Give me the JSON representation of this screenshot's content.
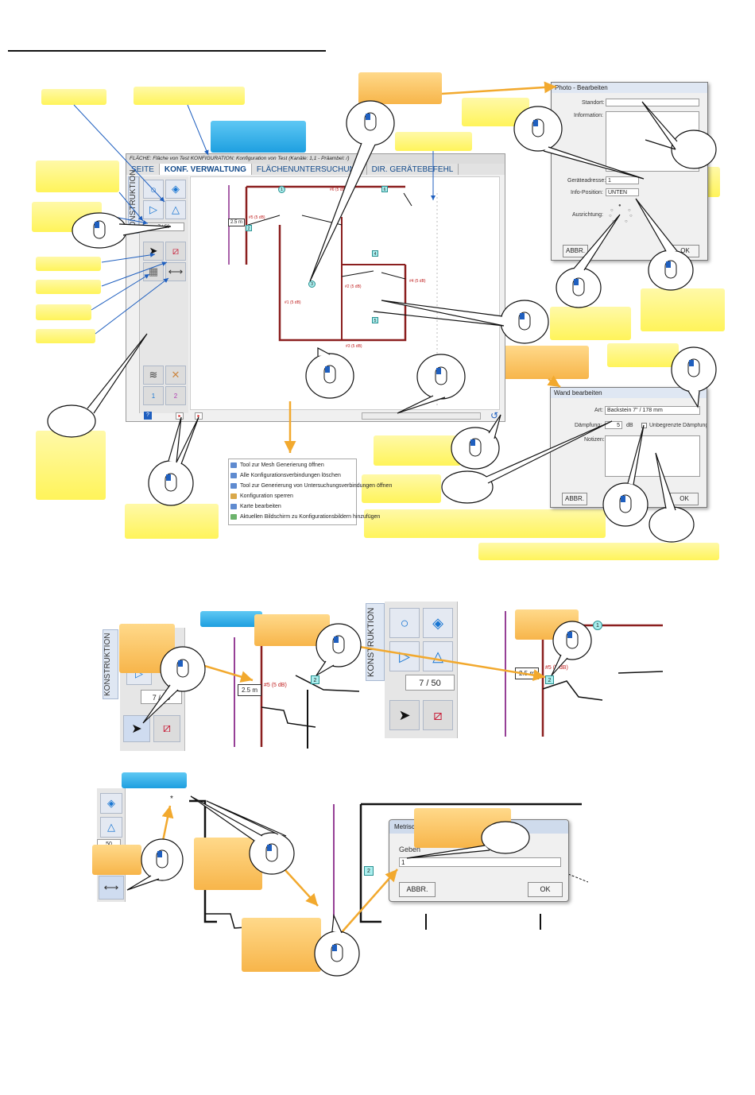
{
  "app": {
    "header": "FLÄCHE: Fläche von Test  KONFIGURATION: Konfiguration von Test (Kanäle: 1,1 - Präambel: /)",
    "tabs": [
      "SEITE",
      "KONF. VERWALTUNG",
      "FLÄCHENUNTERSUCHUNG",
      "DIR. GERÄTEBEFEHL"
    ],
    "side_label": "KONSTRUKTION",
    "page_counter": "7 / 50",
    "page_counter_short": "7 / 50",
    "page_counter_frag": "50",
    "layer_labels": [
      "1",
      "2"
    ]
  },
  "floorplan": {
    "dimension": "2.5 m",
    "walls": [
      "#1 (5 dB)",
      "#2 (5 dB)",
      "#3 (5 dB)",
      "#4 (5 dB)",
      "#5 (5 dB)",
      "#6 (5 dB)"
    ],
    "device_markers": [
      "1",
      "2",
      "3",
      "4",
      "5",
      "6"
    ],
    "star": "*"
  },
  "context_menu": {
    "items": [
      "Tool zur Mesh Generierung öffnen",
      "Alle Konfigurationsverbindungen löschen",
      "Tool zur Generierung von Untersuchungsverbindungen öffnen",
      "Konfiguration sperren",
      "Karte bearbeiten",
      "Aktuellen Bildschirm zu Konfigurationsbildern hinzufügen"
    ]
  },
  "photo_dialog": {
    "title": "Photo - Bearbeiten",
    "standort_label": "Standort:",
    "information_label": "Information:",
    "geraeteadresse_label": "Geräteadresse:",
    "geraeteadresse_value": "1",
    "infoposition_label": "Info-Position:",
    "infoposition_value": "UNTEN",
    "ausrichtung_label": "Ausrichtung:",
    "cancel": "ABBR.",
    "ok": "OK"
  },
  "wall_dialog": {
    "title": "Wand bearbeiten",
    "art_label": "Art:",
    "art_value": "Backstein 7\" / 178 mm",
    "daempfung_label": "Dämpfung:",
    "daempfung_value": "5",
    "unit": "dB",
    "unlimited_label": "Unbegrenzte Dämpfung",
    "notes_label": "Notizen:",
    "cancel": "ABBR.",
    "ok": "OK"
  },
  "metric_dialog": {
    "title": "Metrische",
    "field_label": "Geben",
    "field_value": "1",
    "cancel": "ABBR.",
    "ok": "OK"
  },
  "colors": {
    "callout_yellow": "#fff45a",
    "callout_orange": "#f7b54a",
    "callout_blue": "#1e9fe0",
    "pointer_blue": "#1f5fbf",
    "pointer_orange": "#f2a92e",
    "wall_red": "#8b1f1f"
  }
}
